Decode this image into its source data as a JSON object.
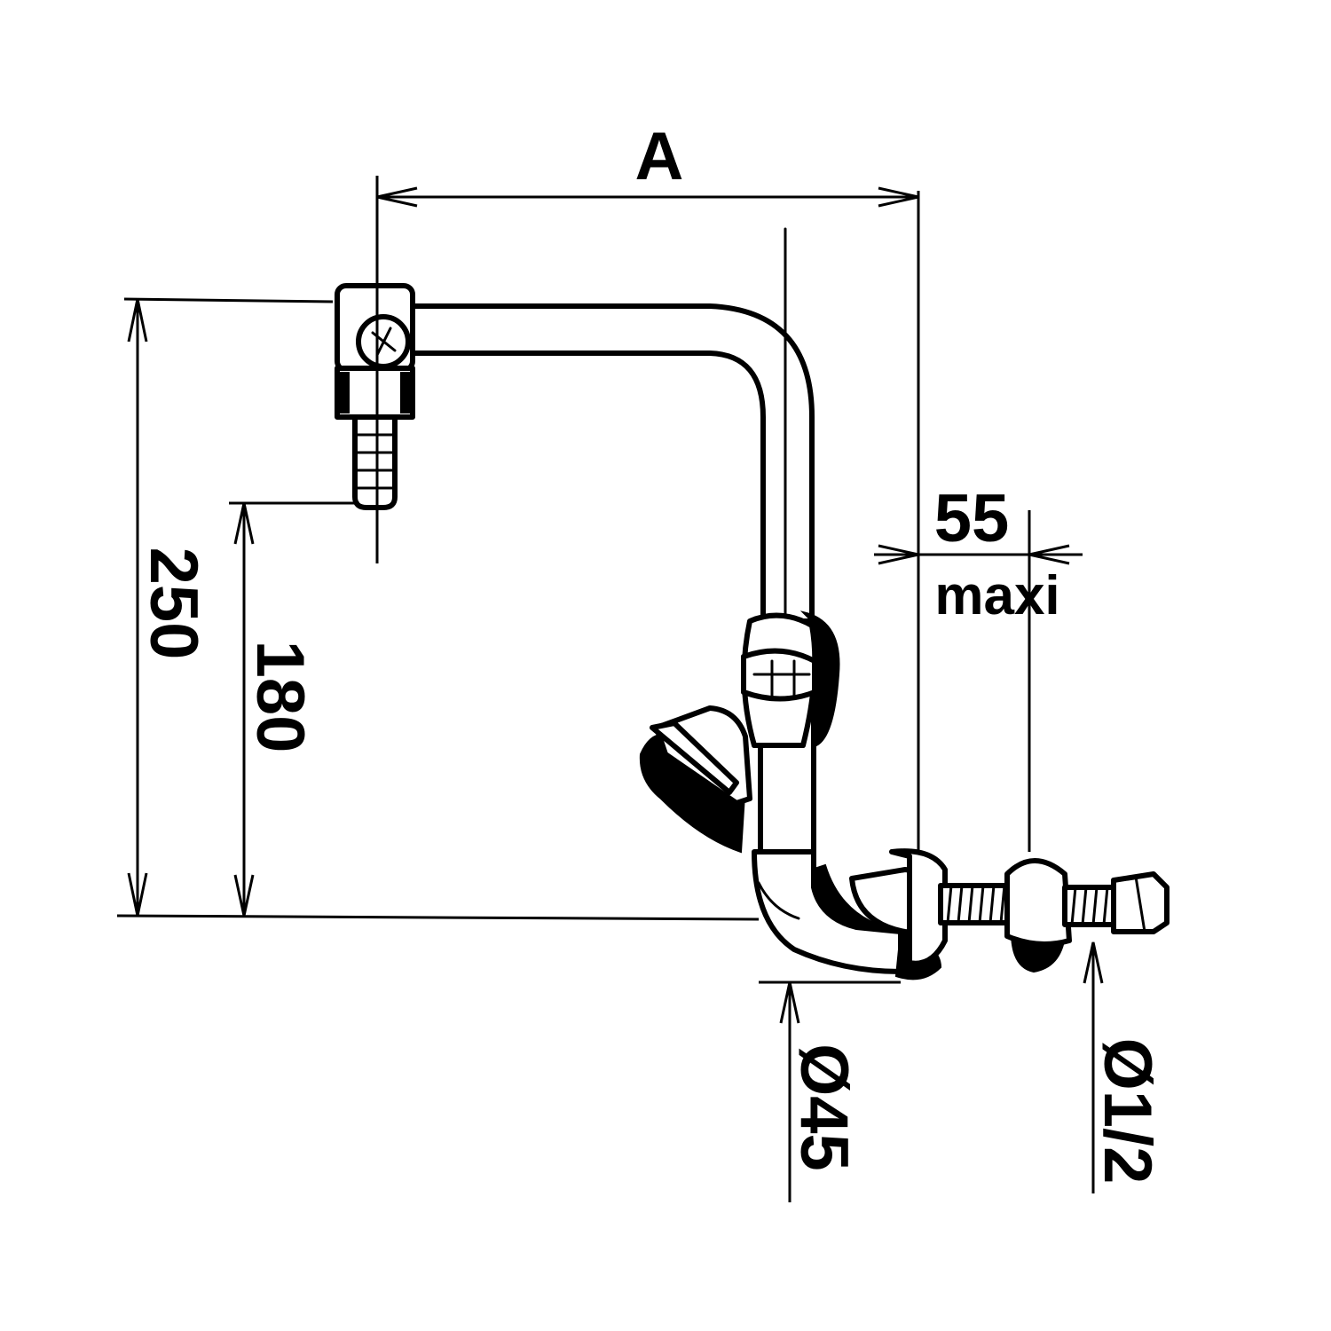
{
  "dimensions": {
    "width_label": "A",
    "height_total": "250",
    "height_outlet": "180",
    "max_wall_thickness_value": "55",
    "max_wall_thickness_unit": "maxi",
    "flange_diameter": "Ø45",
    "thread_diameter": "Ø1/2"
  }
}
